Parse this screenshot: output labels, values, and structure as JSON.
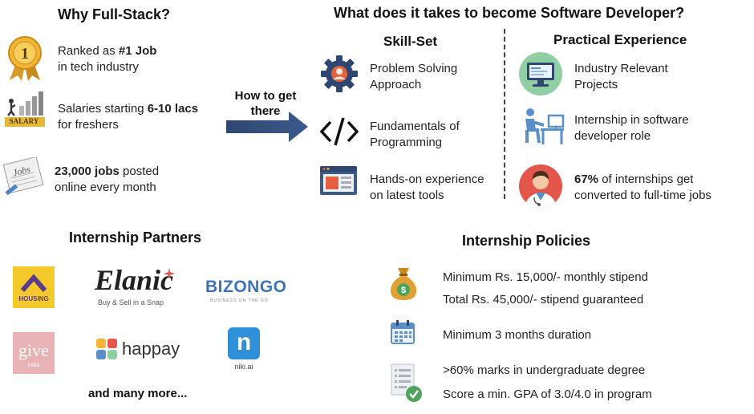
{
  "why": {
    "title": "Why Full-Stack?",
    "rank_a": "Ranked as ",
    "rank_b": "#1 Job",
    "rank_c": "in tech industry",
    "salary_icon_text": "SALARY",
    "salary_a": "Salaries starting ",
    "salary_b": "6-10 lacs",
    "salary_c": "for freshers",
    "jobs_icon_text": "Jobs",
    "jobs_a": "23,000 jobs",
    "jobs_b": " posted",
    "jobs_c": "online every month"
  },
  "arrow": {
    "line1": "How to get",
    "line2": "there"
  },
  "main_title": "What does it takes to become Software Developer?",
  "skills": {
    "title": "Skill-Set",
    "s1a": "Problem Solving",
    "s1b": "Approach",
    "s2a": "Fundamentals of",
    "s2b": "Programming",
    "s3a": "Hands-on experience",
    "s3b": "on latest tools"
  },
  "practical": {
    "title": "Practical Experience",
    "p1a": "Industry Relevant",
    "p1b": "Projects",
    "p2a": "Internship in software",
    "p2b": "developer role",
    "p3a": "67%",
    "p3b": " of internships get",
    "p3c": "converted to full-time jobs"
  },
  "partners": {
    "title": "Internship Partners",
    "housing": "HOUSING",
    "elanic": "Elanic",
    "elanic_tag": "Buy & Sell in a Snap",
    "bizongo": "BIZONGO",
    "bizongo_tag": "BUSINESS ON THE GO",
    "give": "give",
    "give_tag": "india",
    "happay": "happay",
    "niki": "n",
    "niki_tag": "niki.ai",
    "more": "and many more..."
  },
  "policies": {
    "title": "Internship Policies",
    "l1": "Minimum Rs. 15,000/- monthly stipend",
    "l2": "Total Rs. 45,000/- stipend guaranteed",
    "l3": "Minimum 3 months duration",
    "l4": ">60% marks in undergraduate degree",
    "l5": "Score a min. GPA of 3.0/4.0 in program"
  },
  "icons": {
    "medal": "medal-icon",
    "salary": "salary-chart-icon",
    "jobs": "newspaper-icon",
    "gear": "gear-icon",
    "code": "code-icon",
    "browser": "browser-window-icon",
    "monitor": "monitor-icon",
    "desk": "person-at-desk-icon",
    "doctor": "avatar-icon",
    "moneybag": "money-bag-icon",
    "calendar": "calendar-icon",
    "checklist": "checklist-icon"
  }
}
